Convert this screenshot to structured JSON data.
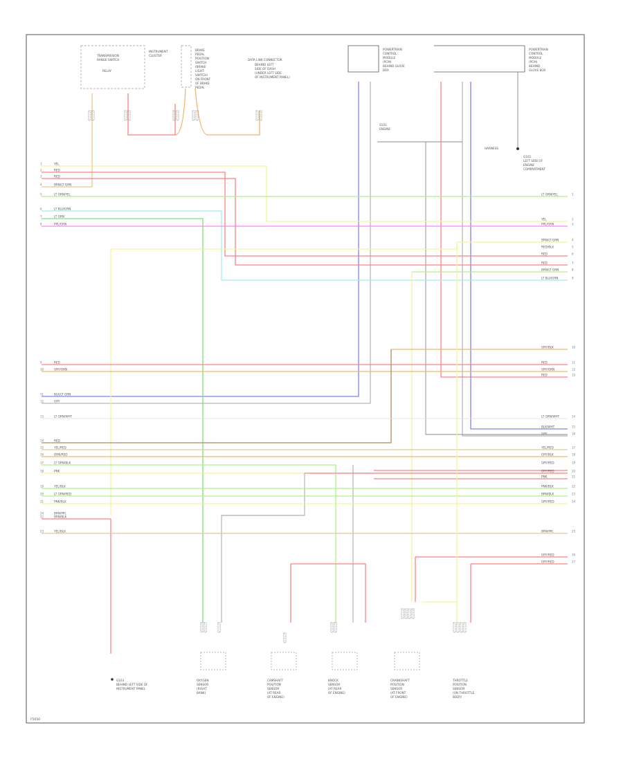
{
  "page": {
    "footer_code": "F5050"
  },
  "components": {
    "top_left_module": [
      "TRANSMISSION",
      "RANGE SWITCH",
      "RELAY"
    ],
    "top_left_label2": [
      "INSTRUMENT",
      "CLUSTER"
    ],
    "top_block_text": [
      "BRAKE",
      "PEDAL",
      "POSITION",
      "SWITCH",
      "(BRAKE",
      "LIGHT",
      "SWITCH)",
      "ON FRONT",
      "OF BRAKE",
      "PEDAL"
    ],
    "top_mid_text": [
      "DATA LINK CONNECTOR",
      "BEHIND LEFT",
      "SIDE OF DASH",
      "(UNDER LEFT SIDE",
      "OF INSTRUMENT PANEL)"
    ],
    "top_right_box_left": [
      "POWERTRAIN",
      "CONTROL",
      "MODULE",
      "(PCM)",
      "BEHIND GLOVE",
      "BOX"
    ],
    "top_right_box_right": [
      "POWERTRAIN",
      "CONTROL",
      "MODULE",
      "(PCM)",
      "BEHIND",
      "GLOVE BOX"
    ],
    "ground_right": [
      "G101",
      "LEFT SIDE OF",
      "ENGINE",
      "COMPARTMENT"
    ],
    "splice": [
      "S101",
      "ENGINE",
      "HARNESS"
    ],
    "bottom_components": [
      [
        "G103",
        "BEHIND LEFT SIDE OF",
        "INSTRUMENT PANEL"
      ],
      [
        "OXYGEN",
        "SENSOR",
        "(RIGHT",
        "BANK)"
      ],
      [
        "CAMSHAFT",
        "POSITION",
        "SENSOR",
        "(AT REAR",
        "OF ENGINE)"
      ],
      [
        "KNOCK",
        "SENSOR",
        "(AT REAR",
        "OF ENGINE)"
      ],
      [
        "CRANKSHAFT",
        "POSITION",
        "SENSOR",
        "(AT FRONT",
        "OF ENGINE)"
      ],
      [
        "THROTTLE",
        "POSITION",
        "SENSOR",
        "(ON THROTTLE",
        "BODY)"
      ]
    ]
  },
  "wire_labels_left": [
    "YEL",
    "RED",
    "RED",
    "BRN/LT GRN",
    "LT GRN/YEL",
    "LT BLU/GRN",
    "LT GRN",
    "PPL/GRN",
    "RED",
    "GRY/ORN",
    "BLK/LT GRN",
    "GRY",
    "LT GRN/WHT",
    "RED",
    "YEL/RED",
    "ORN/RED",
    "LT GRN/BLK",
    "PNK",
    "YEL/BLK",
    "LT GRN/RED",
    "PNK/BLK",
    "BRN/BLK",
    "YEL/BLK",
    "BRN/PPL"
  ],
  "wire_labels_right": [
    "LT GRN/YEL",
    "YEL",
    "PPL/GRN",
    "BRN/LT GRN",
    "RED/BLK",
    "RED",
    "RED",
    "BRN/LT GRN",
    "LT BLU/GRN",
    "GRY/BLK",
    "RED",
    "GRY/ORN",
    "RED",
    "LT GRN/WHT",
    "BLK/WHT",
    "GRY",
    "YEL/RED",
    "GRY/BLK",
    "GRY/RED",
    "GRY/RED",
    "PNK",
    "PNK/BLK",
    "BRN/BLK",
    "GRY/RED",
    "BRN/PPL",
    "GRY/RED",
    "GRY/RED"
  ],
  "legend": {
    "wire_colors": {
      "red": "#ff7f7f",
      "yellow": "#f3f39a",
      "green": "#7be07b",
      "light_green": "#aaf08a",
      "cyan": "#a3eaea",
      "magenta": "#ff80ff",
      "blue": "#7f7fff",
      "orange": "#f5b46a",
      "tan": "#e8c890",
      "brown": "#b08a60",
      "gray": "#b8b8b8"
    }
  }
}
